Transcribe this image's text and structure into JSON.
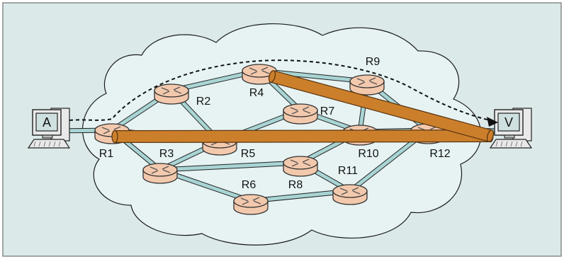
{
  "colors": {
    "background": "#dbe9e9",
    "frame": "#8a8a8a",
    "cloud_fill": "#e7f3f3",
    "cloud_stroke": "#1a1a1a",
    "link": "#a9d4d4",
    "link_edge": "#222222",
    "router_fill": "#f3c9ad",
    "router_stroke": "#333333",
    "tunnel": "#cc7f2b",
    "tunnel_edge": "#5a3510",
    "path": "#111111",
    "host_case": "#e9e9e9",
    "host_screen": "#cfe0e0"
  },
  "hosts": [
    {
      "id": "A",
      "label": "A",
      "icon": "computer-icon"
    },
    {
      "id": "V",
      "label": "V",
      "icon": "computer-icon"
    }
  ],
  "routers": [
    {
      "id": "R1",
      "label": "R1",
      "icon": "router-icon"
    },
    {
      "id": "R2",
      "label": "R2",
      "icon": "router-icon"
    },
    {
      "id": "R3",
      "label": "R3",
      "icon": "router-icon"
    },
    {
      "id": "R4",
      "label": "R4",
      "icon": "router-icon"
    },
    {
      "id": "R5",
      "label": "R5",
      "icon": "router-icon"
    },
    {
      "id": "R6",
      "label": "R6",
      "icon": "router-icon"
    },
    {
      "id": "R7",
      "label": "R7",
      "icon": "router-icon"
    },
    {
      "id": "R8",
      "label": "R8",
      "icon": "router-icon"
    },
    {
      "id": "R9",
      "label": "R9",
      "icon": "router-icon"
    },
    {
      "id": "R10",
      "label": "R10",
      "icon": "router-icon"
    },
    {
      "id": "R11",
      "label": "R11",
      "icon": "router-icon"
    },
    {
      "id": "R12",
      "label": "R12",
      "icon": "router-icon"
    }
  ],
  "links": [
    [
      "A",
      "R1"
    ],
    [
      "R1",
      "R2"
    ],
    [
      "R1",
      "R3"
    ],
    [
      "R1",
      "R5"
    ],
    [
      "R2",
      "R4"
    ],
    [
      "R2",
      "R5"
    ],
    [
      "R3",
      "R5"
    ],
    [
      "R3",
      "R6"
    ],
    [
      "R3",
      "R8"
    ],
    [
      "R4",
      "R7"
    ],
    [
      "R4",
      "R9"
    ],
    [
      "R5",
      "R7"
    ],
    [
      "R5",
      "R10"
    ],
    [
      "R6",
      "R11"
    ],
    [
      "R7",
      "R10"
    ],
    [
      "R8",
      "R10"
    ],
    [
      "R8",
      "R11"
    ],
    [
      "R9",
      "R10"
    ],
    [
      "R9",
      "R12"
    ],
    [
      "R10",
      "R12"
    ],
    [
      "R11",
      "R12"
    ],
    [
      "R12",
      "V"
    ]
  ],
  "tunnels": [
    {
      "from": "R1",
      "to": "V"
    },
    {
      "from": "R4",
      "to": "V"
    }
  ],
  "dashed_path": [
    "A",
    "R1",
    "R4",
    "R9",
    "V"
  ]
}
